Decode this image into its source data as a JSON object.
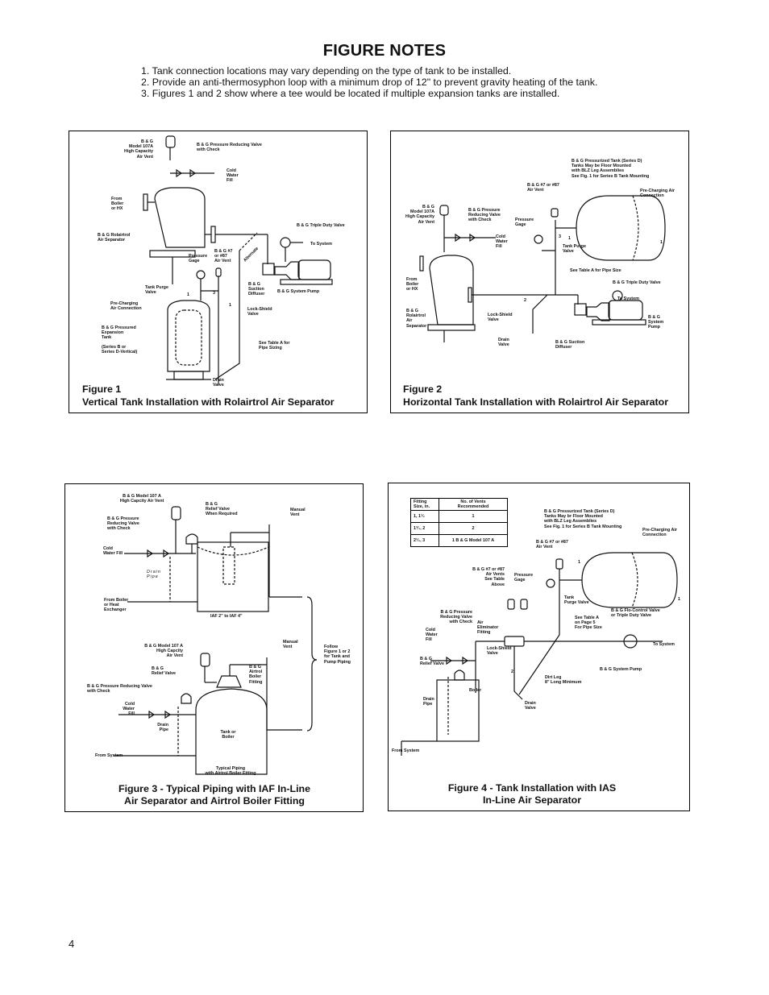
{
  "header": {
    "title": "FIGURE NOTES"
  },
  "notes": [
    "1.  Tank connection locations may vary depending on the type of tank to be installed.",
    "2.  Provide an anti-thermosyphon loop with a minimum drop of 12\" to prevent gravity heating of the tank.",
    "3.  Figures 1 and 2 show where a tee would be located if multiple expansion tanks are installed."
  ],
  "page_number": "4",
  "fig1": {
    "caption_num": "Figure 1",
    "caption_title": "Vertical Tank Installation with Rolairtrol Air Separator",
    "labels": {
      "air_vent": "B & G\nModel 107A\nHigh Capacity\nAir Vent",
      "prv": "B & G Pressure Reducing Valve\nwith Check",
      "cold_fill": "Cold\nWater\nFill",
      "from_boiler": "From\nBoiler\nor HX",
      "separator": "B & G Rolairtrol\nAir Separator",
      "triple_duty": "B & G Triple Duty Valve",
      "to_system": "To System",
      "alternate": "Alternate",
      "gage": "Pressure\nGage",
      "vent87": "B & G #7\nor #87\nAir Vent",
      "diffuser": "B & G\nSuction\nDiffuser",
      "pump": "B & G System Pump",
      "purge": "Tank Purge\nValve",
      "precharge": "Pre-Charging\nAir Connection",
      "lockshield": "Lock-Shield\nValve",
      "tank": "B & G Pressured\nExpansion\nTank",
      "series": "(Series B or\nSeries D-Vertical)",
      "table_a": "See Table A for\nPipe Sizing",
      "drain": "Drain\nValve",
      "n1a": "1",
      "n1b": "1",
      "n3": "3"
    }
  },
  "fig2": {
    "caption_num": "Figure 2",
    "caption_title": "Horizontal Tank Installation with Rolairtrol Air Separator",
    "labels": {
      "tank": "B & G Pressurized Tank (Series D)\nTanks May be Floor Mounted\nwith BLZ Leg Assemblies\nSee Fig. 1 for Series B Tank Mounting",
      "precharge": "Pre-Charging Air\nConnection",
      "vent87": "B & G #7 or #87\nAir Vent",
      "air_vent": "B & G\nModel 107A\nHigh Capacity\nAir Vent",
      "prv": "B & G Pressure\nReducing Valve\nwith Check",
      "gage": "Pressure\nGage",
      "cold_fill": "Cold\nWater\nFill",
      "n3": "3",
      "n1a": "1",
      "n1b": "1",
      "n2": "2",
      "purge": "Tank Purge\nValve",
      "table_a": "See Table A for Pipe Size",
      "from_boiler": "From\nBoiler\nor HX",
      "triple_duty": "B & G Triple Duty Valve",
      "to_system": "To System",
      "separator": "B & G\nRolairtrol\nAir\nSeparator",
      "lockshield": "Lock-Shield\nValve",
      "pump": "B & G\nSystem\nPump",
      "drain": "Drain\nValve",
      "diffuser": "B & G Suction\nDiffuser"
    }
  },
  "fig3": {
    "caption": "Figure 3 - Typical Piping with IAF In-Line\nAir Separator and Airtrol Boiler Fitting",
    "labels": {
      "air_vent_top": "B & G Model 107 A\nHigh Capcity Air Vent",
      "relief_top": "B & G\nRelief Valve\nWhen Required",
      "manual_vent_top": "Manual\nVent",
      "prv_top": "B & G Pressure\nReducing Valve\nwith Check",
      "cold_fill_top": "Cold\nWater Fill",
      "drain_pipe_top": "Drain\nPipe",
      "from_boiler": "From Boiler\nor Heat\nExchanger",
      "iaf": "IAF 2\" to IAF 4\"",
      "manual_vent_bot": "Manual\nVent",
      "follow": "Follow\nFigure 1 or 2\nfor Tank and\nPump Piping",
      "air_vent_bot": "B & G Model 107 A\nHigh Capcity\nAir Vent",
      "relief_bot": "B & G\nRelief Valve",
      "airtrol": "B & G\nAirtrol\nBoiler\nFitting",
      "prv_bot": "B & G Pressure Reducing Valve\nwith Check",
      "cold_fill_bot": "Cold\nWater\nFill",
      "drain_pipe_bot": "Drain\nPipe",
      "tank_boiler": "Tank or\nBoiler",
      "from_system": "From System",
      "typical": "Typical Piping\nwith Airtrol Boiler Fitting"
    }
  },
  "fig4": {
    "caption": "Figure 4 - Tank Installation with IAS\nIn-Line Air Separator",
    "vent_table": {
      "headers": [
        "Fitting\nSize, in.",
        "No. of Vents\nRecommended"
      ],
      "rows": [
        [
          "1, 1¹⁄₂",
          "1"
        ],
        [
          "1³⁄₄, 2",
          "2"
        ],
        [
          "2¹⁄₂, 3",
          "1 B & G Model 107 A"
        ]
      ]
    },
    "labels": {
      "tank": "B & G Pressurized Tank (Series D)\nTanks May br Floor Mounted\nwith BLZ Leg Assemblies\nSee Fig. 1 for Series B Tank Mounting",
      "precharge": "Pre-Charging Air\nConnection",
      "vent87": "B & G #7 or #87\nAir Vent",
      "vents_table": "B & G #7 or #87\nAir Vents\nSee Table\nAbove",
      "gage": "Pressure\nGage",
      "n1a": "1",
      "n1b": "1",
      "n2": "2",
      "purge": "Tank\nPurge Valve",
      "prv": "B & G Pressure\nReducing Valve\nwith Check",
      "flo_control": "B & G Flo-Control Valve\nor Triple Duty Valve",
      "cold_fill": "Cold\nWater\nFill",
      "eliminator": "Air\nEliminator\nFitting",
      "table_a": "See Table A\non Page 5\nFor Pipe Size",
      "to_system": "To System",
      "relief": "B & G\nRelief Valve",
      "lockshield": "Lock-Shield\nValve",
      "pump": "B & G System Pump",
      "dirt_leg": "Dirt Leg\n8\" Long Minimum",
      "drain_pipe": "Drain\nPipe",
      "boiler": "Boiler",
      "drain": "Drain\nValve",
      "from_system": "From System"
    }
  }
}
